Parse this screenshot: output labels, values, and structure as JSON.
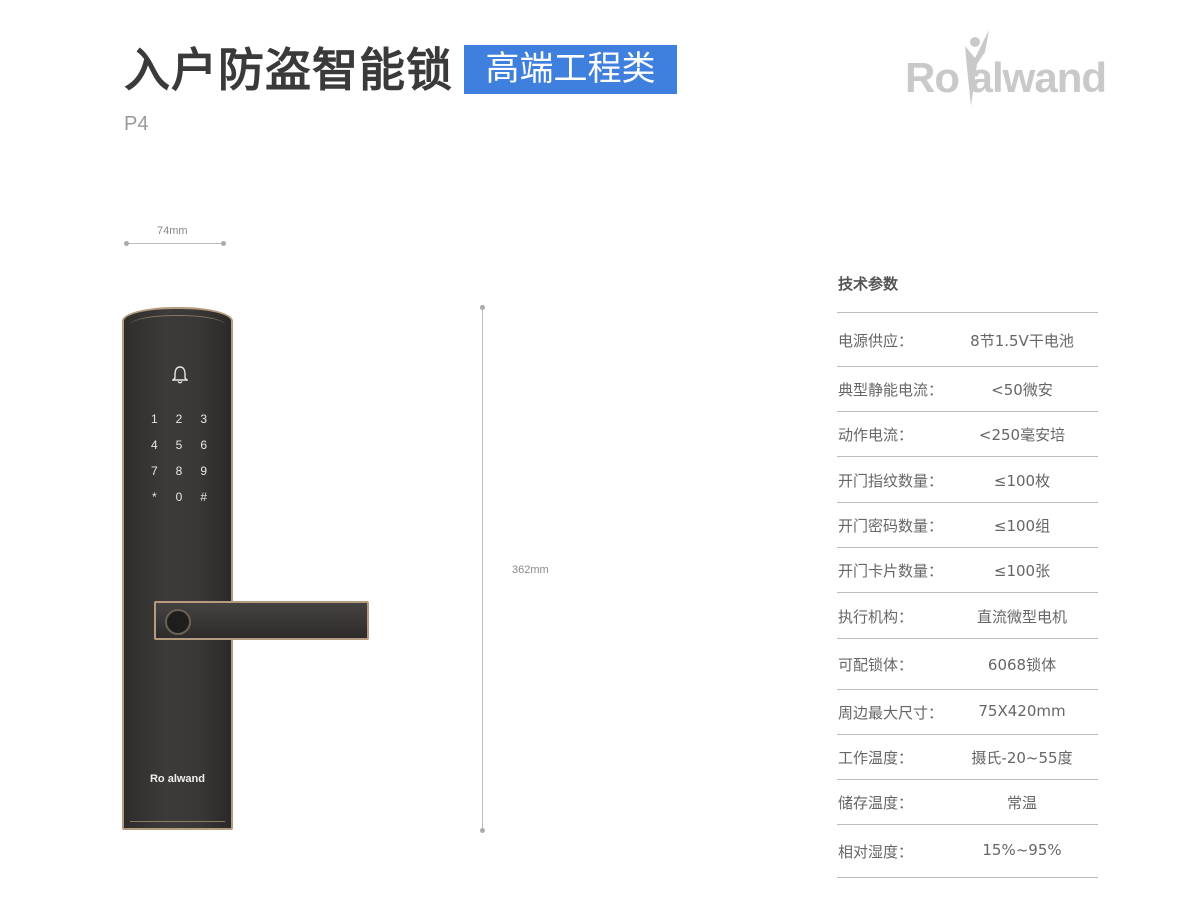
{
  "header": {
    "title": "入户防盗智能锁",
    "badge": "高端工程类",
    "page": "P4",
    "brand": "Ro alwand"
  },
  "dimensions": {
    "width_label": "74mm",
    "height_label": "362mm"
  },
  "lock": {
    "keypad": [
      "1",
      "2",
      "3",
      "4",
      "5",
      "6",
      "7",
      "8",
      "9",
      "*",
      "0",
      "#"
    ],
    "logo": "Ro alwand",
    "body_color": "#35332f",
    "trim_color": "#b59c7e"
  },
  "specs": {
    "heading": "技术参数",
    "rows": [
      {
        "label": "电源供应：",
        "value": "8节1.5V干电池"
      },
      {
        "label": "典型静能电流：",
        "value": "<50微安"
      },
      {
        "label": "动作电流：",
        "value": "<250毫安培"
      },
      {
        "label": "开门指纹数量：",
        "value": "≤100枚"
      },
      {
        "label": "开门密码数量：",
        "value": "≤100组"
      },
      {
        "label": "开门卡片数量：",
        "value": "≤100张"
      },
      {
        "label": "执行机构：",
        "value": "直流微型电机"
      },
      {
        "label": "可配锁体：",
        "value": "6068锁体"
      },
      {
        "label": "周边最大尺寸：",
        "value": "75X420mm"
      },
      {
        "label": "工作温度：",
        "value": "摄氏-20~55度"
      },
      {
        "label": "储存温度：",
        "value": "常温"
      },
      {
        "label": "相对湿度：",
        "value": "15%~95%"
      }
    ]
  },
  "colors": {
    "accent": "#3f7fde",
    "title": "#3a3a3a"
  }
}
